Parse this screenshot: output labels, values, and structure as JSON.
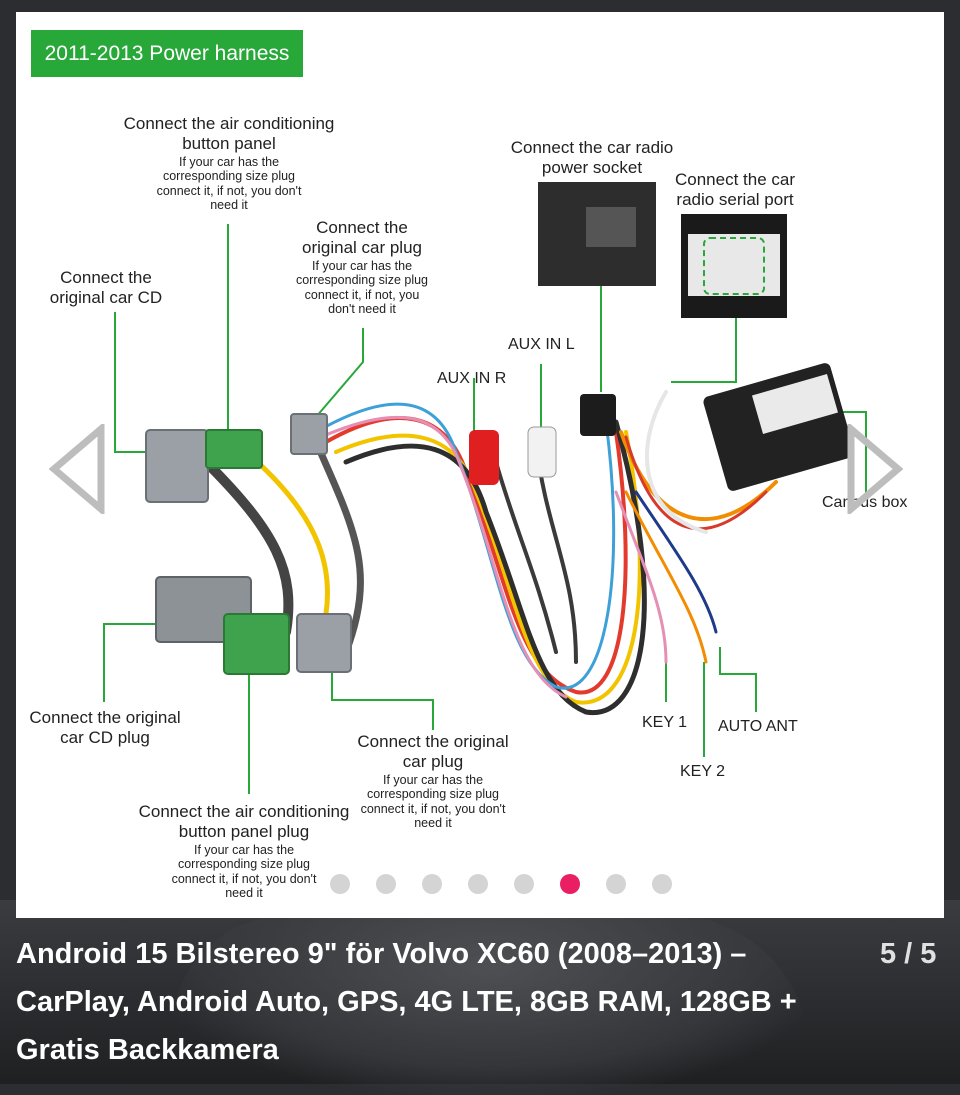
{
  "header": {
    "badge": "2011-2013 Power harness"
  },
  "labels": {
    "ac_panel": {
      "title": "Connect the air conditioning button panel",
      "sub": "If your car has the corresponding size plug connect it, if not, you don't need it"
    },
    "orig_cd": {
      "title": "Connect the original car CD"
    },
    "orig_plug_top": {
      "title": "Connect the original car plug",
      "sub": "If your car has the corresponding size plug connect it, if not, you don't need it"
    },
    "radio_power": {
      "title": "Connect the car radio power socket"
    },
    "radio_serial": {
      "title": "Connect the car radio serial port"
    },
    "aux_l": "AUX IN L",
    "aux_r": "AUX IN R",
    "canbus": "Canbus box",
    "orig_cd_plug": {
      "title": "Connect the original car CD plug"
    },
    "orig_plug_bottom": {
      "title": "Connect the original car plug",
      "sub": "If your car has the corresponding size plug connect it, if not, you don't need it"
    },
    "ac_panel_plug": {
      "title": "Connect the air conditioning button panel plug",
      "sub": "If your car has the corresponding size plug connect it, if not, you don't need it"
    },
    "key1": "KEY 1",
    "key2": "KEY 2",
    "auto_ant": "AUTO ANT"
  },
  "carousel": {
    "dots": 8,
    "active_index": 5,
    "counter": "5 / 5"
  },
  "product": {
    "title": "Android 15 Bilstereo 9\" för Volvo XC60 (2008–2013) – CarPlay, Android Auto, GPS, 4G LTE, 8GB RAM, 128GB + Gratis Backkamera"
  },
  "colors": {
    "accent": "#29a83a",
    "active_dot": "#e91e63",
    "dot": "#d4d4d4"
  },
  "icons": {
    "prev": "chevron-left-icon",
    "next": "chevron-right-icon"
  }
}
